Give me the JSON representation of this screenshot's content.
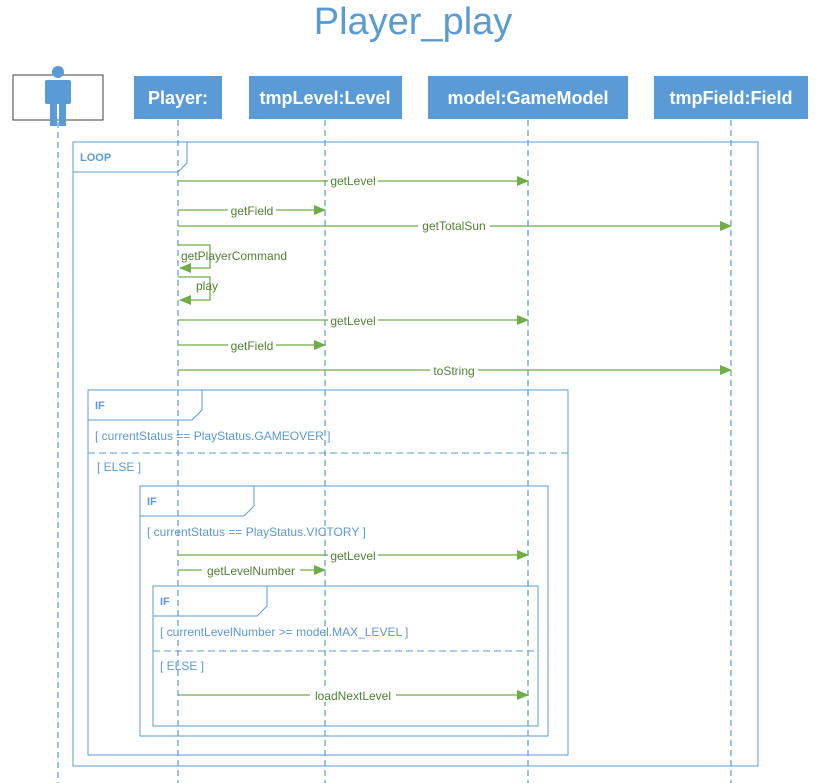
{
  "title": "Player_play",
  "lifelines": [
    {
      "id": "player",
      "label": "Player:"
    },
    {
      "id": "tmpLevel",
      "label": "tmpLevel:Level"
    },
    {
      "id": "model",
      "label": "model:GameModel"
    },
    {
      "id": "tmpField",
      "label": "tmpField:Field"
    }
  ],
  "actor_icon": "person-icon",
  "frames": {
    "loop": {
      "tag": "LOOP"
    },
    "if1": {
      "tag": "IF",
      "guard": "[ currentStatus == PlayStatus.GAMEOVER ]",
      "else": "[ ELSE ]"
    },
    "if2": {
      "tag": "IF",
      "guard": "[ currentStatus == PlayStatus.VICTORY ]"
    },
    "if3": {
      "tag": "IF",
      "guard": "[ currentLevelNumber >= model.MAX_LEVEL ]",
      "else": "[ ELSE ]"
    }
  },
  "messages": [
    {
      "label": "getLevel",
      "from": "player",
      "to": "model"
    },
    {
      "label": "getField",
      "from": "player",
      "to": "tmpLevel"
    },
    {
      "label": "getTotalSun",
      "from": "player",
      "to": "tmpField"
    },
    {
      "label": "getPlayerCommand",
      "from": "player",
      "to": "player"
    },
    {
      "label": "play",
      "from": "player",
      "to": "player"
    },
    {
      "label": "getLevel",
      "from": "player",
      "to": "model"
    },
    {
      "label": "getField",
      "from": "player",
      "to": "tmpLevel"
    },
    {
      "label": "toString",
      "from": "player",
      "to": "tmpField"
    },
    {
      "label": "getLevel",
      "from": "player",
      "to": "model"
    },
    {
      "label": "getLevelNumber",
      "from": "player",
      "to": "tmpLevel"
    },
    {
      "label": "loadNextLevel",
      "from": "player",
      "to": "model"
    }
  ],
  "colors": {
    "accent": "#5b9bd5",
    "message": "#70ad47",
    "message_text": "#538135"
  }
}
